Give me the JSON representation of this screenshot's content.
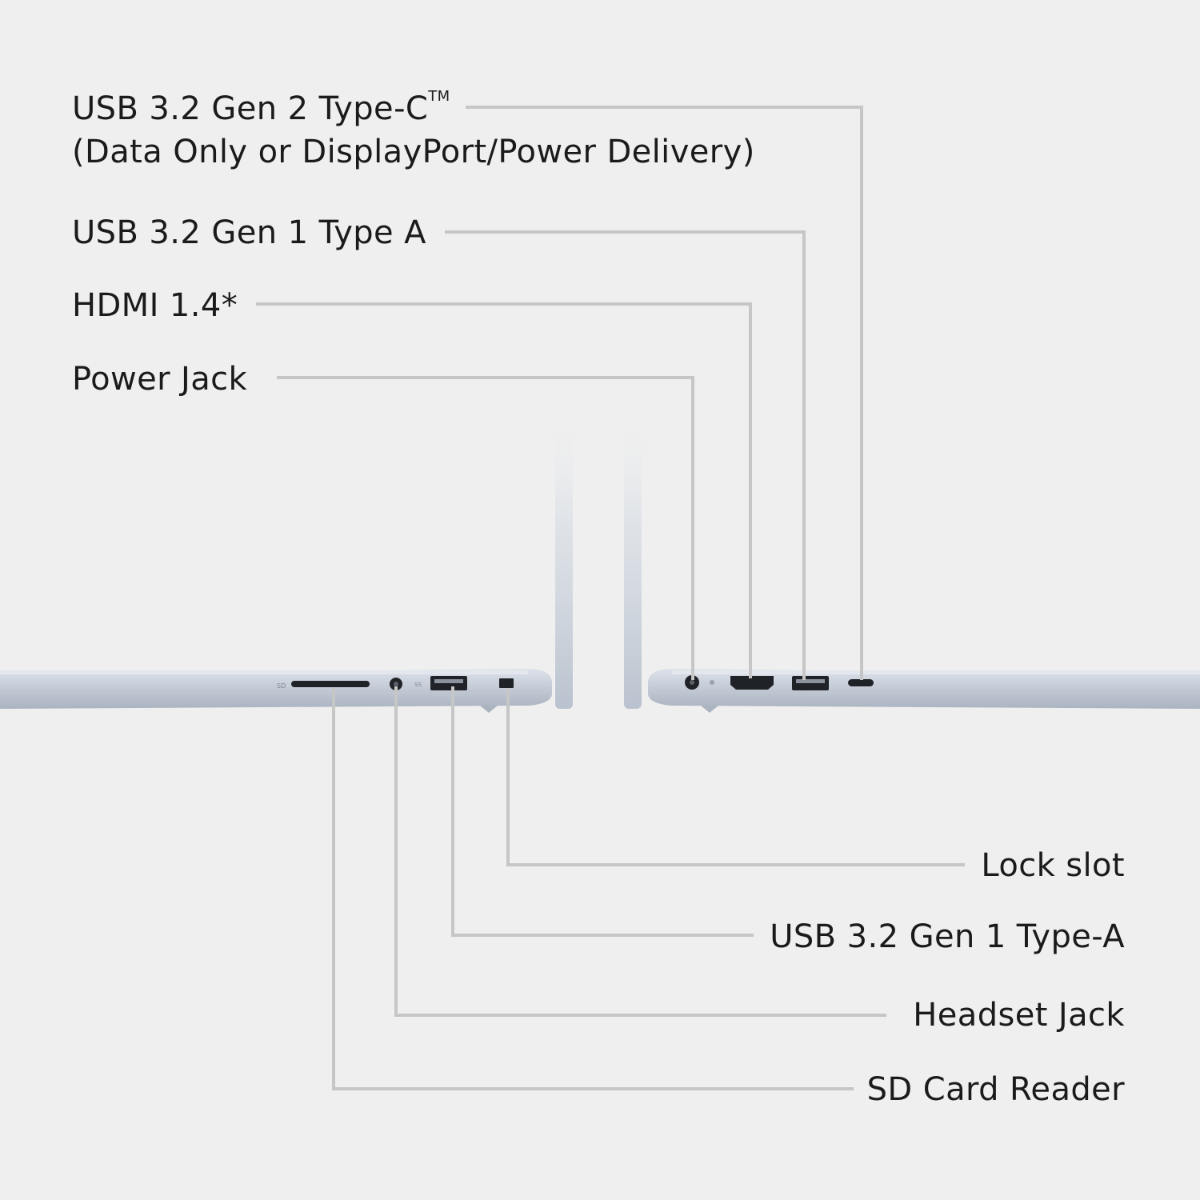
{
  "colors": {
    "background": "#efefef",
    "leader_line": "#c6c6c6",
    "text": "#1b1b1b",
    "laptop_body": "#c3cbd6",
    "laptop_highlight": "#e4e8ee",
    "port_dark": "#1f2226"
  },
  "left_side_ports": {
    "sd_card_reader": "SD Card Reader",
    "headset_jack": "Headset Jack",
    "usb_type_a": "USB 3.2 Gen 1 Type-A",
    "lock_slot": "Lock slot"
  },
  "right_side_ports": {
    "usb_c_line1": "USB 3.2 Gen 2 Type-C",
    "usb_c_trademark": "TM",
    "usb_c_line2": "(Data Only or DisplayPort/Power Delivery)",
    "usb_type_a": "USB 3.2 Gen 1 Type A",
    "hdmi": "HDMI 1.4*",
    "power_jack": "Power Jack"
  },
  "laptop_engravings": {
    "sd_mark": "SD",
    "usb_mark": "SS"
  }
}
